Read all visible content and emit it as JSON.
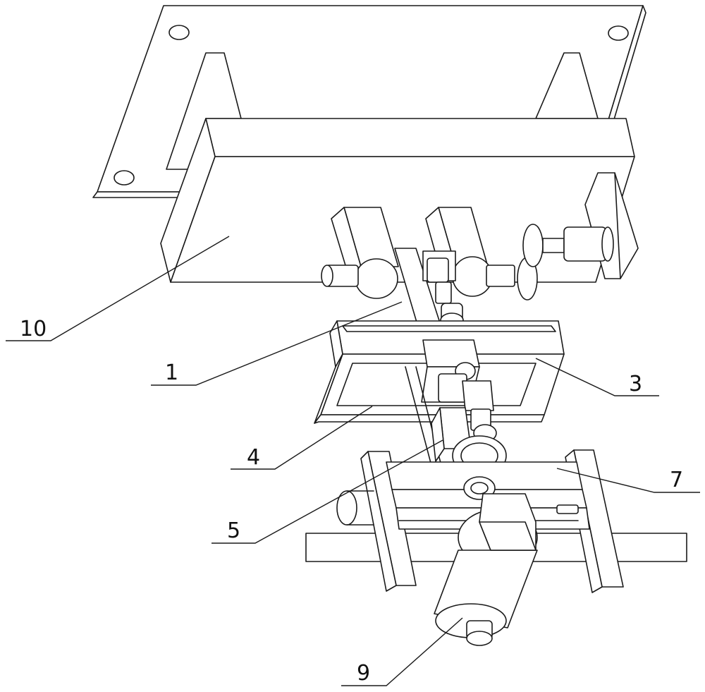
{
  "diagram": {
    "labels": {
      "part_10": "10",
      "part_1": "1",
      "part_3": "3",
      "part_4": "4",
      "part_5": "5",
      "part_7": "7",
      "part_9": "9"
    }
  }
}
